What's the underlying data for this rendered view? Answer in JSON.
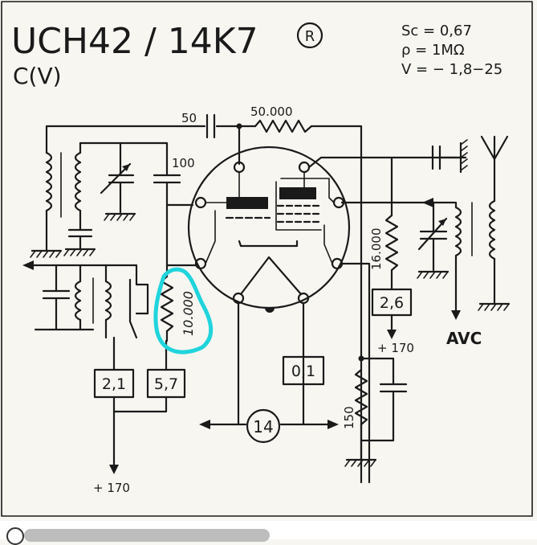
{
  "tube": {
    "title": "UCH42 / 14K7",
    "registered_mark": "R",
    "subtitle": "C(V)",
    "specs": [
      "Sc = 0,67",
      "ρ = 1MΩ",
      "V = − 1,8−25"
    ]
  },
  "components": {
    "cap_top": "50",
    "res_top": "50.000",
    "cap_left": "100",
    "res_right": "16.000",
    "res_highlighted": "10.000",
    "res_bottom": "150",
    "heater": "14"
  },
  "boxes": {
    "box1": "2,1",
    "box2": "5,7",
    "box3": "0,1",
    "box4": "2,6"
  },
  "supply": {
    "left": "+ 170",
    "right": "+ 170"
  },
  "avc": "AVC",
  "highlight_color": "#20d4dc"
}
